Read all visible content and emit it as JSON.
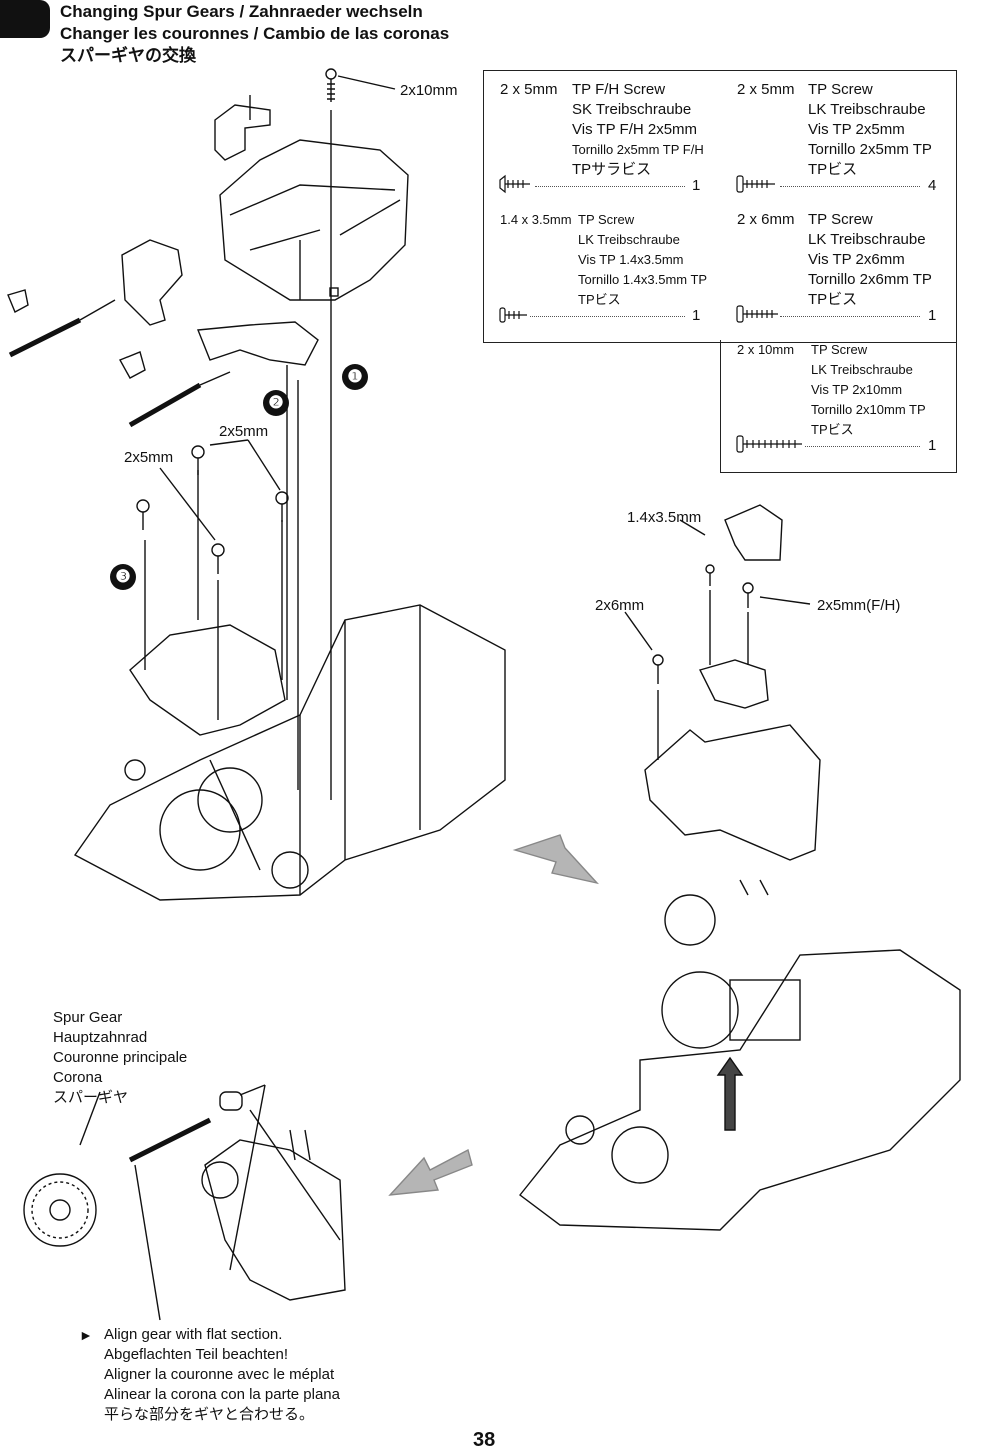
{
  "header": {
    "titles": [
      "Changing Spur Gears / Zahnraeder wechseln",
      "Changer les couronnes / Cambio de las coronas",
      "スパーギヤの交換"
    ]
  },
  "callouts": {
    "top_screw": "2x10mm",
    "left_screw_a": "2x5mm",
    "left_screw_b": "2x5mm",
    "mid_small": "1.4x3.5mm",
    "mid_left": "2x6mm",
    "mid_right": "2x5mm(F/H)"
  },
  "steps": [
    "❶",
    "❷",
    "❸"
  ],
  "parts_box": {
    "items": [
      {
        "size": "2 x 5mm",
        "lines": [
          "TP F/H Screw",
          "SK Treibschraube",
          "Vis TP F/H 2x5mm",
          "Tornillo 2x5mm TP F/H",
          "TPサラビス"
        ],
        "qty": "1"
      },
      {
        "size": "2 x 5mm",
        "lines": [
          "TP Screw",
          "LK Treibschraube",
          "Vis TP 2x5mm",
          "Tornillo 2x5mm TP",
          "TPビス"
        ],
        "qty": "4"
      },
      {
        "size": "1.4 x 3.5mm",
        "lines": [
          "TP Screw",
          "LK Treibschraube",
          "Vis TP 1.4x3.5mm",
          "Tornillo 1.4x3.5mm TP",
          "TPビス"
        ],
        "qty": "1"
      },
      {
        "size": "2 x 6mm",
        "lines": [
          "TP Screw",
          "LK Treibschraube",
          "Vis TP 2x6mm",
          "Tornillo 2x6mm TP",
          "TPビス"
        ],
        "qty": "1"
      },
      {
        "size": "2 x 10mm",
        "lines": [
          "TP Screw",
          "LK Treibschraube",
          "Vis TP 2x10mm",
          "Tornillo 2x10mm TP",
          "TPビス"
        ],
        "qty": "1"
      }
    ]
  },
  "spur_gear_label": [
    "Spur Gear",
    "Hauptzahnrad",
    "Couronne principale",
    "Corona",
    "スパーギヤ"
  ],
  "align_note": {
    "marker": "►",
    "lines": [
      "Align gear with flat section.",
      "Abgeflachten Teil beachten!",
      "Aligner la couronne avec le méplat",
      "Alinear la corona con la parte plana",
      "平らな部分をギヤと合わせる。"
    ]
  },
  "page_number": "38",
  "colors": {
    "ink": "#111111",
    "arrow_fill": "#b5b5b5"
  }
}
